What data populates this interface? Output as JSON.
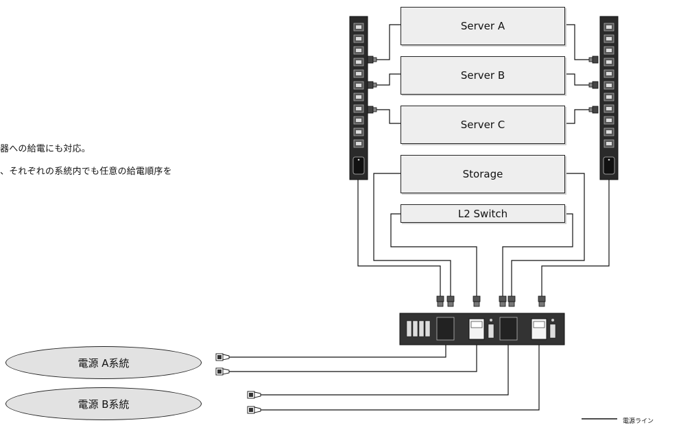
{
  "texts": {
    "line1": "器への給電にも対応。",
    "line2": "、それぞれの系統内でも任意の給電順序を"
  },
  "devices": [
    "Server A",
    "Server B",
    "Server C",
    "Storage",
    "L2 Switch"
  ],
  "feeds": [
    "電源 A系統",
    "電源 B系統"
  ],
  "legend": {
    "label": "電源ライン"
  },
  "colors": {
    "device_fill": "#eeeeee",
    "feed_fill": "#e2e2e2",
    "line": "#111111",
    "pdu": "#2a2a2a"
  },
  "icons": [
    "rack-pdu-icon",
    "power-plug-icon",
    "power-controller-icon",
    "timer-display-icon"
  ]
}
